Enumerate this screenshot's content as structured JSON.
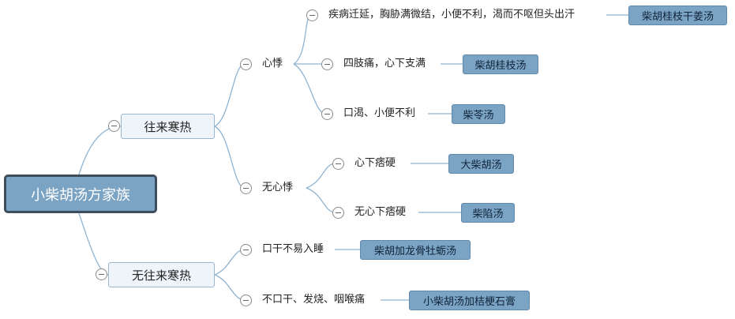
{
  "root": {
    "label": "小柴胡汤方家族"
  },
  "branches": [
    {
      "label": "往来寒热",
      "children": [
        {
          "label": "心悸",
          "children": [
            {
              "label": "疾病迁延，胸胁满微结，小便不利，渴而不呕但头出汗",
              "formula": "柴胡桂枝干姜汤"
            },
            {
              "label": "四肢痛，心下支满",
              "formula": "柴胡桂枝汤"
            },
            {
              "label": "口渴、小便不利",
              "formula": "柴苓汤"
            }
          ]
        },
        {
          "label": "无心悸",
          "children": [
            {
              "label": "心下痞硬",
              "formula": "大柴胡汤"
            },
            {
              "label": "无心下痞硬",
              "formula": "柴陷汤"
            }
          ]
        }
      ]
    },
    {
      "label": "无往来寒热",
      "children": [
        {
          "label": "口干不易入睡",
          "formula": "柴胡加龙骨牡蛎汤"
        },
        {
          "label": "不口干、发烧、咽喉痛",
          "formula": "小柴胡汤加桔梗石膏"
        }
      ]
    }
  ],
  "colors": {
    "line": "#8fb3d1",
    "root_fill": "#7ba3c4",
    "root_border": "#3e4d5c",
    "formula_fill": "#7ba3c4",
    "main_fill": "#eef4f9"
  }
}
